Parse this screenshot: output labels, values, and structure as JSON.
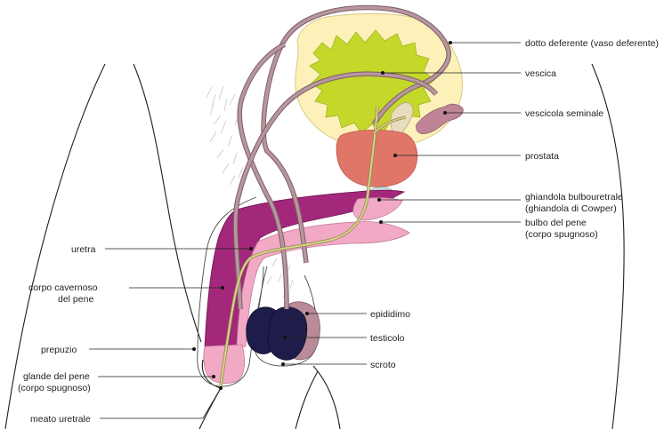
{
  "labels": {
    "dotto_deferente": "dotto deferente (vaso deferente)",
    "vescica": "vescica",
    "vescicola_seminale": "vescicola seminale",
    "prostata": "prostata",
    "ghiandola_bulbouretrale_1": "ghiandola bulbouretrale",
    "ghiandola_bulbouretrale_2": "(ghiandola di Cowper)",
    "bulbo_pene_1": "bulbo del pene",
    "bulbo_pene_2": "(corpo spugnoso)",
    "uretra": "uretra",
    "corpo_cavernoso_1": "corpo cavernoso",
    "corpo_cavernoso_2": "del pene",
    "epididimo": "epididimo",
    "testicolo": "testicolo",
    "prepuzio": "prepuzio",
    "scroto": "scroto",
    "glande_1": "glande del pene",
    "glande_2": "(corpo spugnoso)",
    "meato": "meato uretrale"
  },
  "colors": {
    "bladder_fill": "#c4d82a",
    "bladder_outer": "#fdf0b8",
    "prostate": "#e07668",
    "vas_deferens": "#b8969e",
    "corpus_cavernosum": "#a3277a",
    "corpus_spongiosum": "#f2a9c6",
    "testis": "#1e1d4a",
    "epididymis": "#b98a98",
    "seminal_vesicle": "#bf8596",
    "cowper_gland": "#c9e1dc",
    "urethra": "#c9c27e",
    "hair": "#cfcfcf"
  }
}
